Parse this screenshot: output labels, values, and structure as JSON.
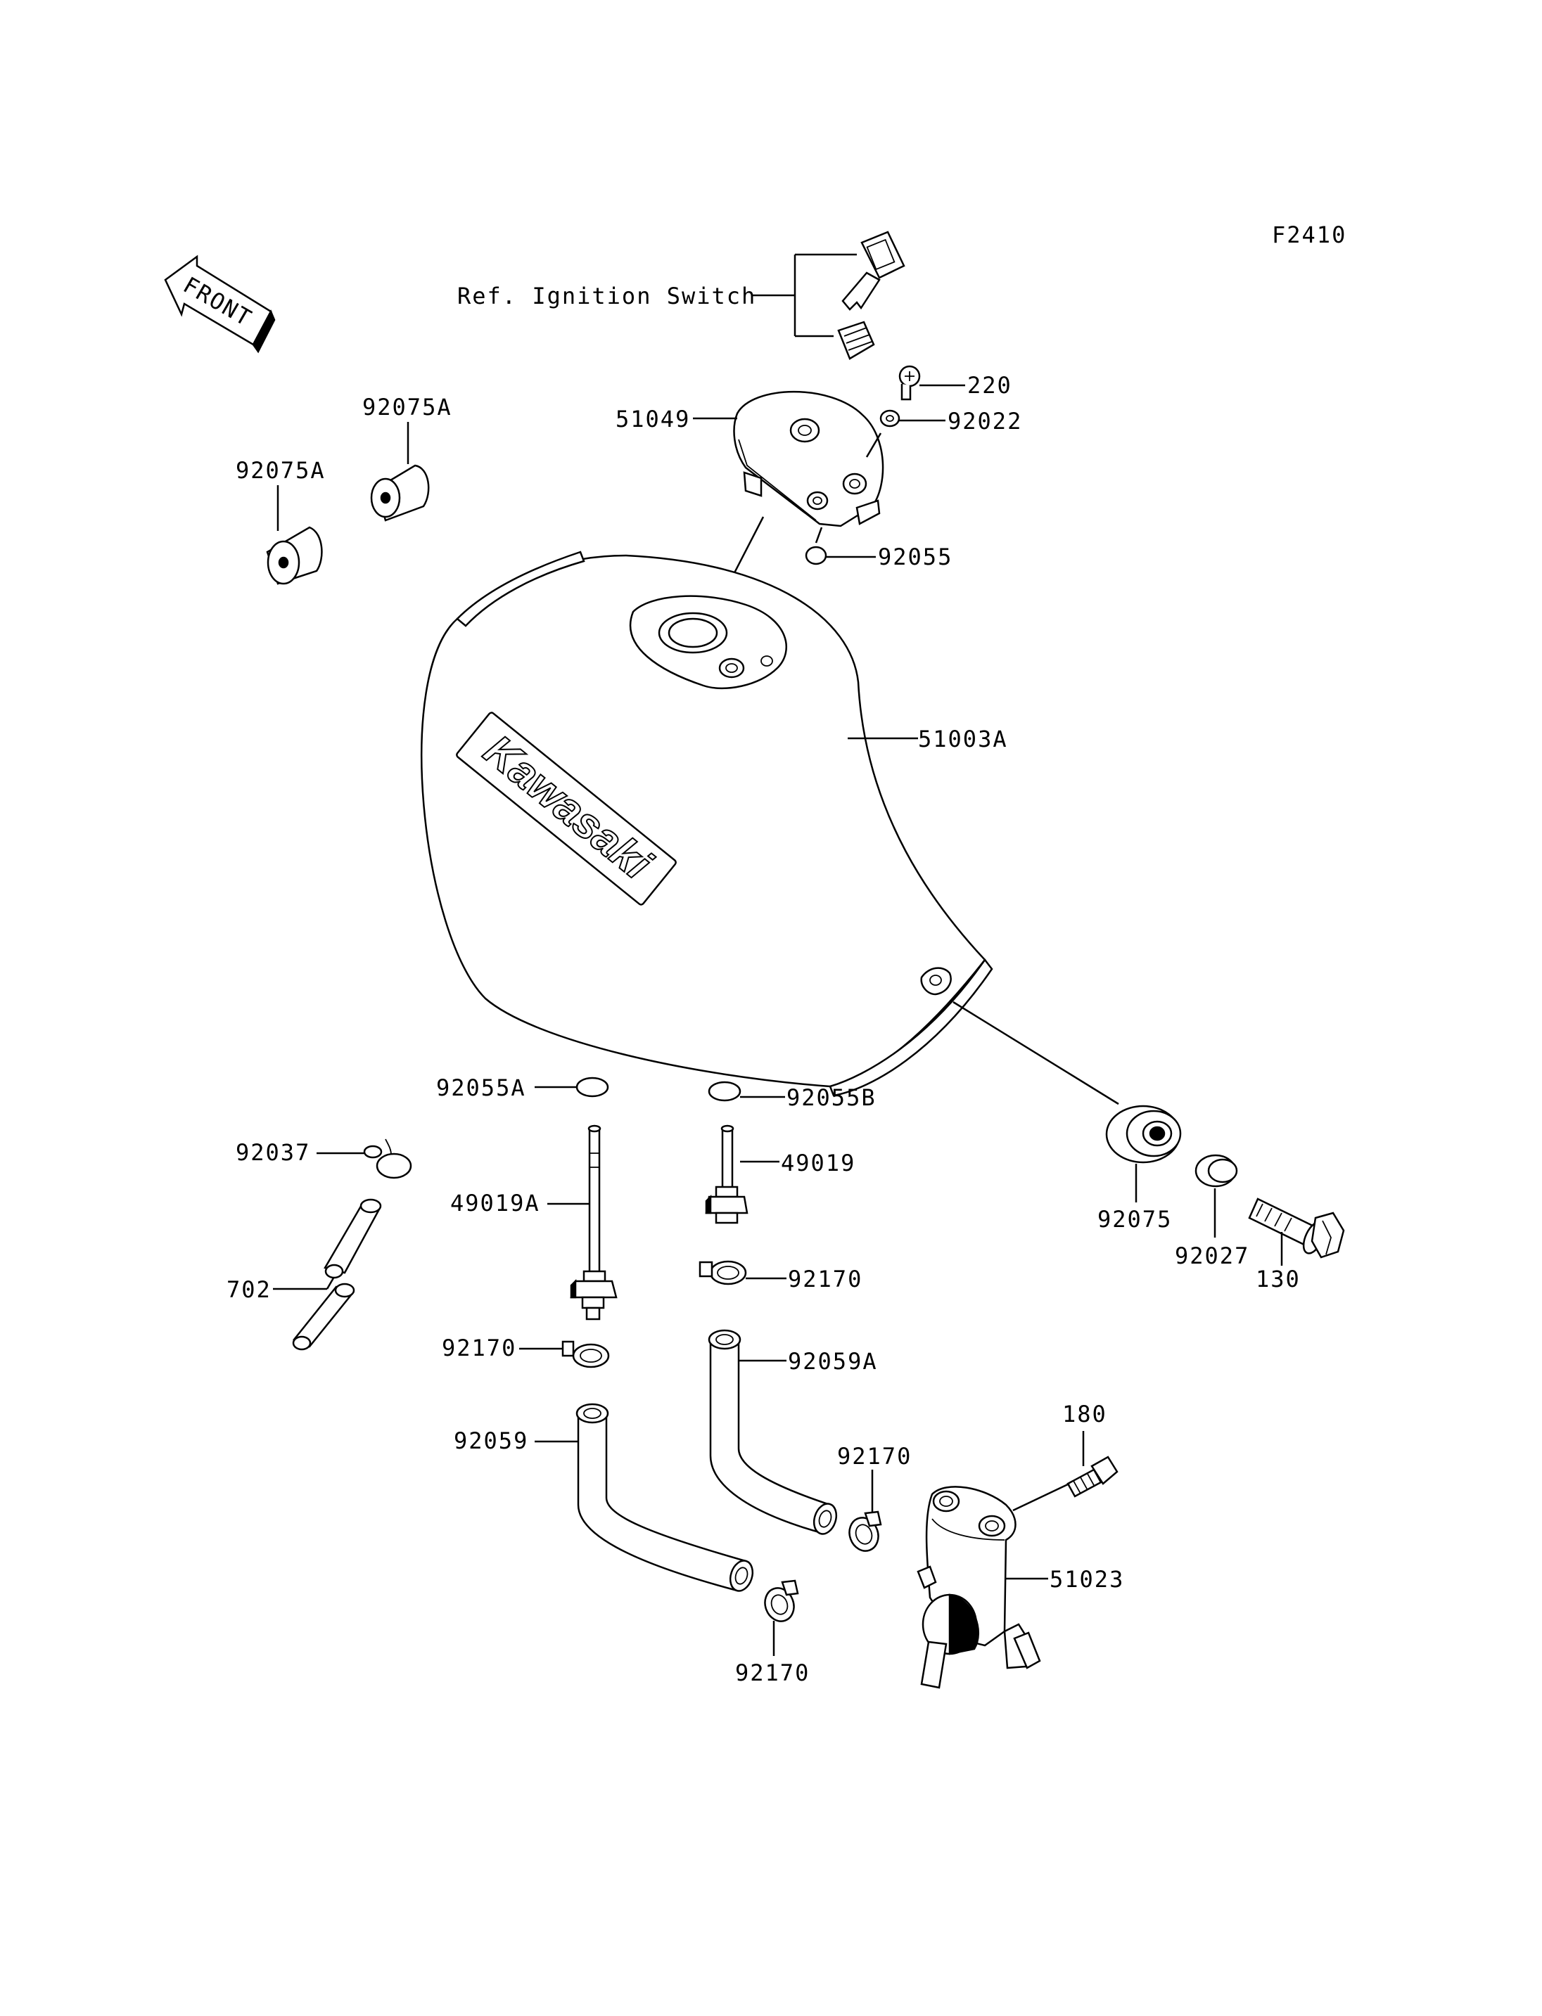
{
  "figure_code": "F2410",
  "front_arrow_text": "FRONT",
  "ref_text": "Ref. Ignition Switch",
  "tank_logo_text": "Kawasaki",
  "parts": {
    "p220": "220",
    "p92022": "92022",
    "p51049": "51049",
    "p92055": "92055",
    "p92075A_1": "92075A",
    "p92075A_2": "92075A",
    "p51003A": "51003A",
    "p92055A": "92055A",
    "p92055B": "92055B",
    "p92037": "92037",
    "p49019A": "49019A",
    "p49019": "49019",
    "p702": "702",
    "p92170_1": "92170",
    "p92170_2": "92170",
    "p92170_3": "92170",
    "p92170_4": "92170",
    "p92059A": "92059A",
    "p92059": "92059",
    "p92075": "92075",
    "p92027": "92027",
    "p130": "130",
    "p180": "180",
    "p51023": "51023"
  }
}
